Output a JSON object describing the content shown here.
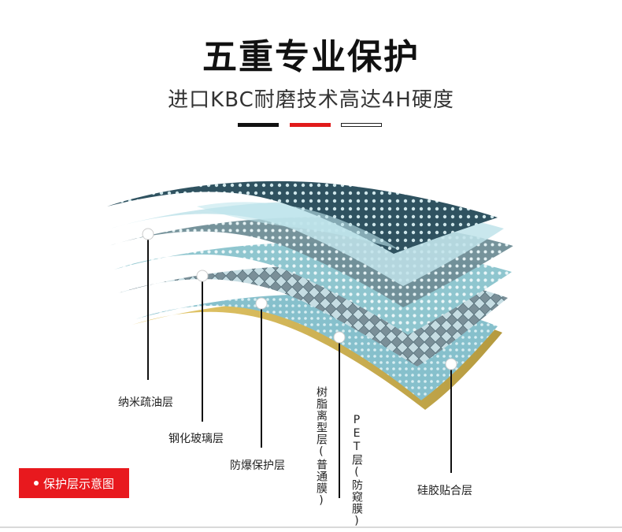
{
  "header": {
    "title": "五重专业保护",
    "subtitle": "进口KBC耐磨技术高达4H硬度"
  },
  "layers": [
    {
      "label": "纳米疏油层"
    },
    {
      "label": "钢化玻璃层"
    },
    {
      "label": "防爆保护层"
    },
    {
      "label": "树脂离型层(普通膜)"
    },
    {
      "label": "PET层(防窥膜)"
    },
    {
      "label": "硅胶贴合层"
    }
  ],
  "badge": {
    "label": "保护层示意图"
  },
  "colors": {
    "accent": "#e8191e",
    "layer_dark": "#2e4f5c",
    "layer_light": "#a9d3dc"
  }
}
